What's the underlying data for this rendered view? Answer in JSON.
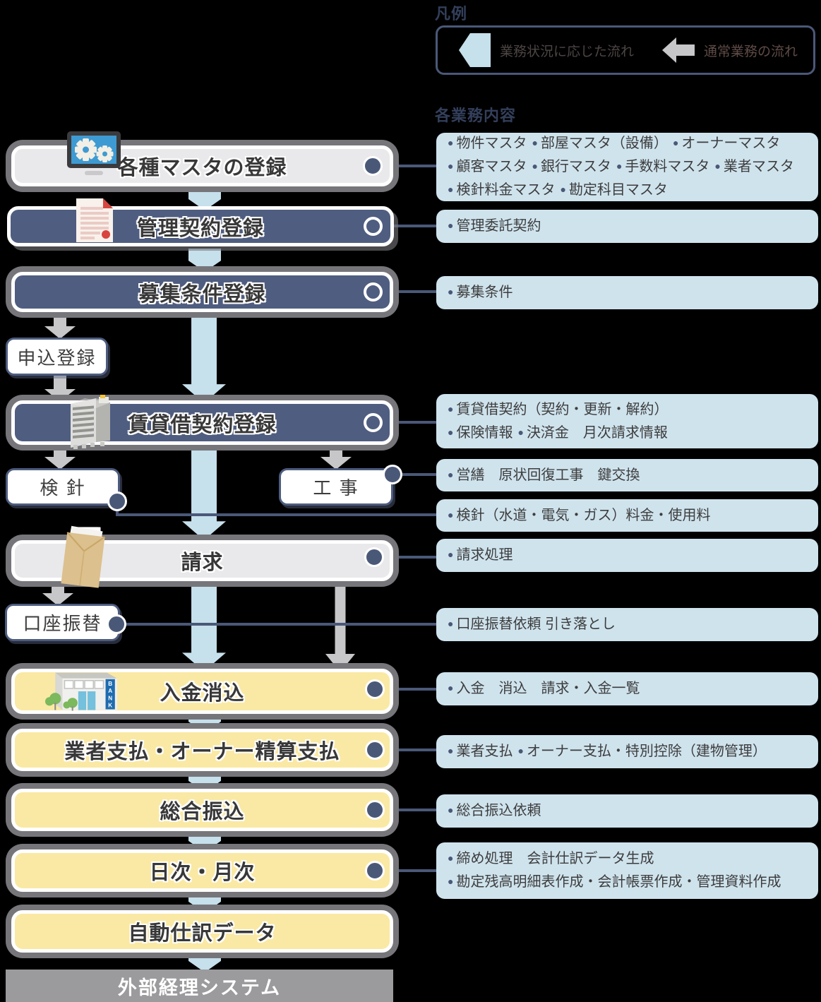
{
  "colors": {
    "navy_box": "#4f5d80",
    "connector_navy": "#4a5878",
    "band_blue": "#cfe3ed",
    "arrow_blue": "#c6e0ec",
    "arrow_gray": "#c7c7c9",
    "box_yellow": "#fae9a4",
    "box_gray": "#e9e9ec",
    "ring_gray": "#76767a",
    "footer_gray": "#9b9b9e",
    "title_navy": "#333f5b"
  },
  "legend": {
    "title": "凡例",
    "items": [
      {
        "icon": "conditional-flow-arrow-icon",
        "label": "業務状況に応じた流れ"
      },
      {
        "icon": "normal-flow-arrow-icon",
        "label": "通常業務の流れ"
      }
    ]
  },
  "content_header": "各業務内容",
  "flow": {
    "boxes": [
      {
        "id": "master-registration",
        "label": "各種マスタの登録",
        "icon": "gears-monitor-icon",
        "connector": "dot"
      },
      {
        "id": "management-contract",
        "label": "管理契約登録",
        "icon": "document-icon",
        "connector": "ring"
      },
      {
        "id": "recruitment-conditions",
        "label": "募集条件登録",
        "connector": "ring"
      },
      {
        "id": "application-registration",
        "label": "申込登録"
      },
      {
        "id": "lease-contract",
        "label": "賃貸借契約登録",
        "icon": "building-icon",
        "connector": "ring"
      },
      {
        "id": "meter-reading",
        "label": "検 針",
        "connector": "dot"
      },
      {
        "id": "construction",
        "label": "工 事",
        "connector": "dot"
      },
      {
        "id": "billing",
        "label": "請求",
        "icon": "envelope-icon",
        "connector": "dot"
      },
      {
        "id": "account-transfer",
        "label": "口座振替",
        "connector": "dot"
      },
      {
        "id": "deposit-reconciliation",
        "label": "入金消込",
        "icon": "bank-icon",
        "connector": "dot"
      },
      {
        "id": "vendor-owner-payment",
        "label": "業者支払・オーナー精算支払",
        "connector": "dot"
      },
      {
        "id": "bulk-transfer",
        "label": "総合振込",
        "connector": "dot"
      },
      {
        "id": "daily-monthly",
        "label": "日次・月次",
        "connector": "dot"
      },
      {
        "id": "auto-journal",
        "label": "自動仕訳データ"
      },
      {
        "id": "external-accounting",
        "label": "外部経理システム"
      }
    ]
  },
  "content_rows": [
    {
      "id": "master-detail",
      "lines": [
        [
          "物件マスタ",
          "部屋マスタ（設備）",
          "オーナーマスタ"
        ],
        [
          "顧客マスタ",
          "銀行マスタ",
          "手数料マスタ",
          "業者マスタ"
        ],
        [
          "検針料金マスタ",
          "勘定科目マスタ"
        ]
      ]
    },
    {
      "id": "management-detail",
      "lines": [
        [
          "管理委託契約"
        ]
      ]
    },
    {
      "id": "recruitment-detail",
      "lines": [
        [
          "募集条件"
        ]
      ]
    },
    {
      "id": "lease-detail",
      "lines": [
        [
          "賃貸借契約（契約・更新・解約）"
        ],
        [
          "保険情報",
          "決済金　月次請求情報"
        ]
      ]
    },
    {
      "id": "construction-detail",
      "lines": [
        [
          "営繕　原状回復工事　鍵交換"
        ]
      ]
    },
    {
      "id": "meter-detail",
      "lines": [
        [
          "検針（水道・電気・ガス）料金・使用料"
        ]
      ]
    },
    {
      "id": "billing-detail",
      "lines": [
        [
          "請求処理"
        ]
      ]
    },
    {
      "id": "transfer-request-detail",
      "lines": [
        [
          "口座振替依頼 引き落とし"
        ]
      ]
    },
    {
      "id": "deposit-detail",
      "lines": [
        [
          "入金　消込　請求・入金一覧"
        ]
      ]
    },
    {
      "id": "payment-detail",
      "lines": [
        [
          "業者支払",
          "オーナー支払・特別控除（建物管理）"
        ]
      ]
    },
    {
      "id": "bulk-transfer-detail",
      "lines": [
        [
          "総合振込依頼"
        ]
      ]
    },
    {
      "id": "closing-detail",
      "lines": [
        [
          "締め処理　会計仕訳データ生成"
        ],
        [
          "勘定残高明細表作成・会計帳票作成・管理資料作成"
        ]
      ]
    }
  ]
}
